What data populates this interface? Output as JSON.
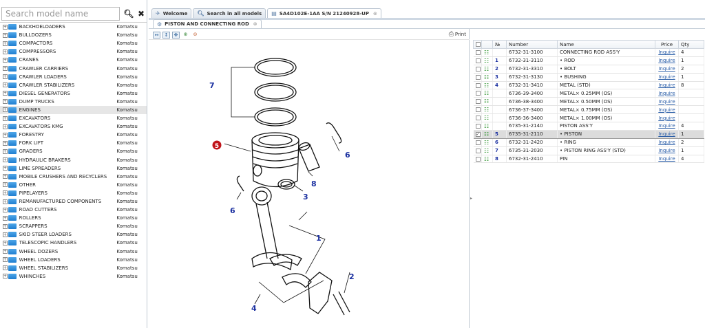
{
  "search": {
    "placeholder": "Search model name",
    "search_icon": "search-icon",
    "clear_icon": "close-icon"
  },
  "left_tree": {
    "items": [
      {
        "label": "BACKHOELOADERS",
        "brand": "Komatsu"
      },
      {
        "label": "BULLDOZERS",
        "brand": "Komatsu"
      },
      {
        "label": "COMPACTORS",
        "brand": "Komatsu"
      },
      {
        "label": "COMPRESSORS",
        "brand": "Komatsu"
      },
      {
        "label": "CRANES",
        "brand": "Komatsu"
      },
      {
        "label": "CRAWLER CARRIERS",
        "brand": "Komatsu"
      },
      {
        "label": "CRAWLER LOADERS",
        "brand": "Komatsu"
      },
      {
        "label": "CRAWLER STABILIZERS",
        "brand": "Komatsu"
      },
      {
        "label": "DIESEL GENERATORS",
        "brand": "Komatsu"
      },
      {
        "label": "DUMP TRUCKS",
        "brand": "Komatsu"
      },
      {
        "label": "ENGINES",
        "brand": "Komatsu"
      },
      {
        "label": "EXCAVATORS",
        "brand": "Komatsu"
      },
      {
        "label": "EXCAVATORS KMG",
        "brand": "Komatsu"
      },
      {
        "label": "FORESTRY",
        "brand": "Komatsu"
      },
      {
        "label": "FORK LIFT",
        "brand": "Komatsu"
      },
      {
        "label": "GRADERS",
        "brand": "Komatsu"
      },
      {
        "label": "HYDRAULIC BRAKERS",
        "brand": "Komatsu"
      },
      {
        "label": "LIME SPREADERS",
        "brand": "Komatsu"
      },
      {
        "label": "MOBILE CRUSHERS AND RECYCLERS",
        "brand": "Komatsu"
      },
      {
        "label": "OTHER",
        "brand": "Komatsu"
      },
      {
        "label": "PIPELAYERS",
        "brand": "Komatsu"
      },
      {
        "label": "REMANUFACTURED COMPONENTS",
        "brand": "Komatsu"
      },
      {
        "label": "ROAD CUTTERS",
        "brand": "Komatsu"
      },
      {
        "label": "ROLLERS",
        "brand": "Komatsu"
      },
      {
        "label": "SCRAPPERS",
        "brand": "Komatsu"
      },
      {
        "label": "SKID STEER LOADERS",
        "brand": "Komatsu"
      },
      {
        "label": "TELESCOPIC HANDLERS",
        "brand": "Komatsu"
      },
      {
        "label": "WHEEL DOZERS",
        "brand": "Komatsu"
      },
      {
        "label": "WHEEL LOADERS",
        "brand": "Komatsu"
      },
      {
        "label": "WHEEL STABILIZERS",
        "brand": "Komatsu"
      },
      {
        "label": "WHINCHES",
        "brand": "Komatsu"
      }
    ],
    "selected_index": 10
  },
  "tabs": [
    {
      "label": "Welcome",
      "icon": "rocket-icon"
    },
    {
      "label": "Search in all models",
      "icon": "search-icon"
    },
    {
      "label": "SA4D102E-1AA S/N 21240928-UP",
      "icon": "book-icon"
    }
  ],
  "sub_tab": {
    "label": "PISTON AND CONNECTING ROD",
    "icon": "gear-icon"
  },
  "diagram_toolbar": {
    "tools": [
      "fit-width-icon",
      "fit-height-icon",
      "fit-page-icon",
      "zoom-in-icon",
      "zoom-out-icon"
    ],
    "print_label": "Print"
  },
  "diagram": {
    "callouts": [
      "7",
      "5",
      "8",
      "6",
      "6",
      "3",
      "1",
      "2",
      "4"
    ],
    "highlighted_callout": "5"
  },
  "parts_table": {
    "headers": [
      "№",
      "Number",
      "Name",
      "Price",
      "Qty"
    ],
    "rows": [
      {
        "no": "",
        "number": "6732-31-3100",
        "name": "CONNECTING ROD ASS'Y",
        "price": "Inquire",
        "qty": "4",
        "selected": false
      },
      {
        "no": "1",
        "number": "6732-31-3110",
        "name": "• ROD",
        "price": "Inquire",
        "qty": "1",
        "selected": false
      },
      {
        "no": "2",
        "number": "6732-31-3310",
        "name": "• BOLT",
        "price": "Inquire",
        "qty": "2",
        "selected": false
      },
      {
        "no": "3",
        "number": "6732-31-3130",
        "name": "• BUSHING",
        "price": "Inquire",
        "qty": "1",
        "selected": false
      },
      {
        "no": "4",
        "number": "6732-31-3410",
        "name": "METAL (STD)",
        "price": "Inquire",
        "qty": "8",
        "selected": false
      },
      {
        "no": "",
        "number": "6736-39-3400",
        "name": "METAL× 0.25MM (OS)",
        "price": "Inquire",
        "qty": "",
        "selected": false
      },
      {
        "no": "",
        "number": "6736-38-3400",
        "name": "METAL× 0.50MM (OS)",
        "price": "Inquire",
        "qty": "",
        "selected": false
      },
      {
        "no": "",
        "number": "6736-37-3400",
        "name": "METAL× 0.75MM (OS)",
        "price": "Inquire",
        "qty": "",
        "selected": false
      },
      {
        "no": "",
        "number": "6736-36-3400",
        "name": "METAL× 1.00MM (OS)",
        "price": "Inquire",
        "qty": "",
        "selected": false
      },
      {
        "no": "",
        "number": "6735-31-2140",
        "name": "PISTON ASS'Y",
        "price": "Inquire",
        "qty": "4",
        "selected": false
      },
      {
        "no": "5",
        "number": "6735-31-2110",
        "name": "• PISTON",
        "price": "Inquire",
        "qty": "1",
        "selected": true
      },
      {
        "no": "6",
        "number": "6732-31-2420",
        "name": "• RING",
        "price": "Inquire",
        "qty": "2",
        "selected": false
      },
      {
        "no": "7",
        "number": "6735-31-2030",
        "name": "• PISTON RING ASS'Y (STD)",
        "price": "Inquire",
        "qty": "1",
        "selected": false
      },
      {
        "no": "8",
        "number": "6732-31-2410",
        "name": "PIN",
        "price": "Inquire",
        "qty": "4",
        "selected": false
      }
    ]
  },
  "colors": {
    "callout": "#1a2fa0",
    "highlight": "#c0141a",
    "link": "#2c5fa8",
    "folder": "#2a8ad8"
  }
}
